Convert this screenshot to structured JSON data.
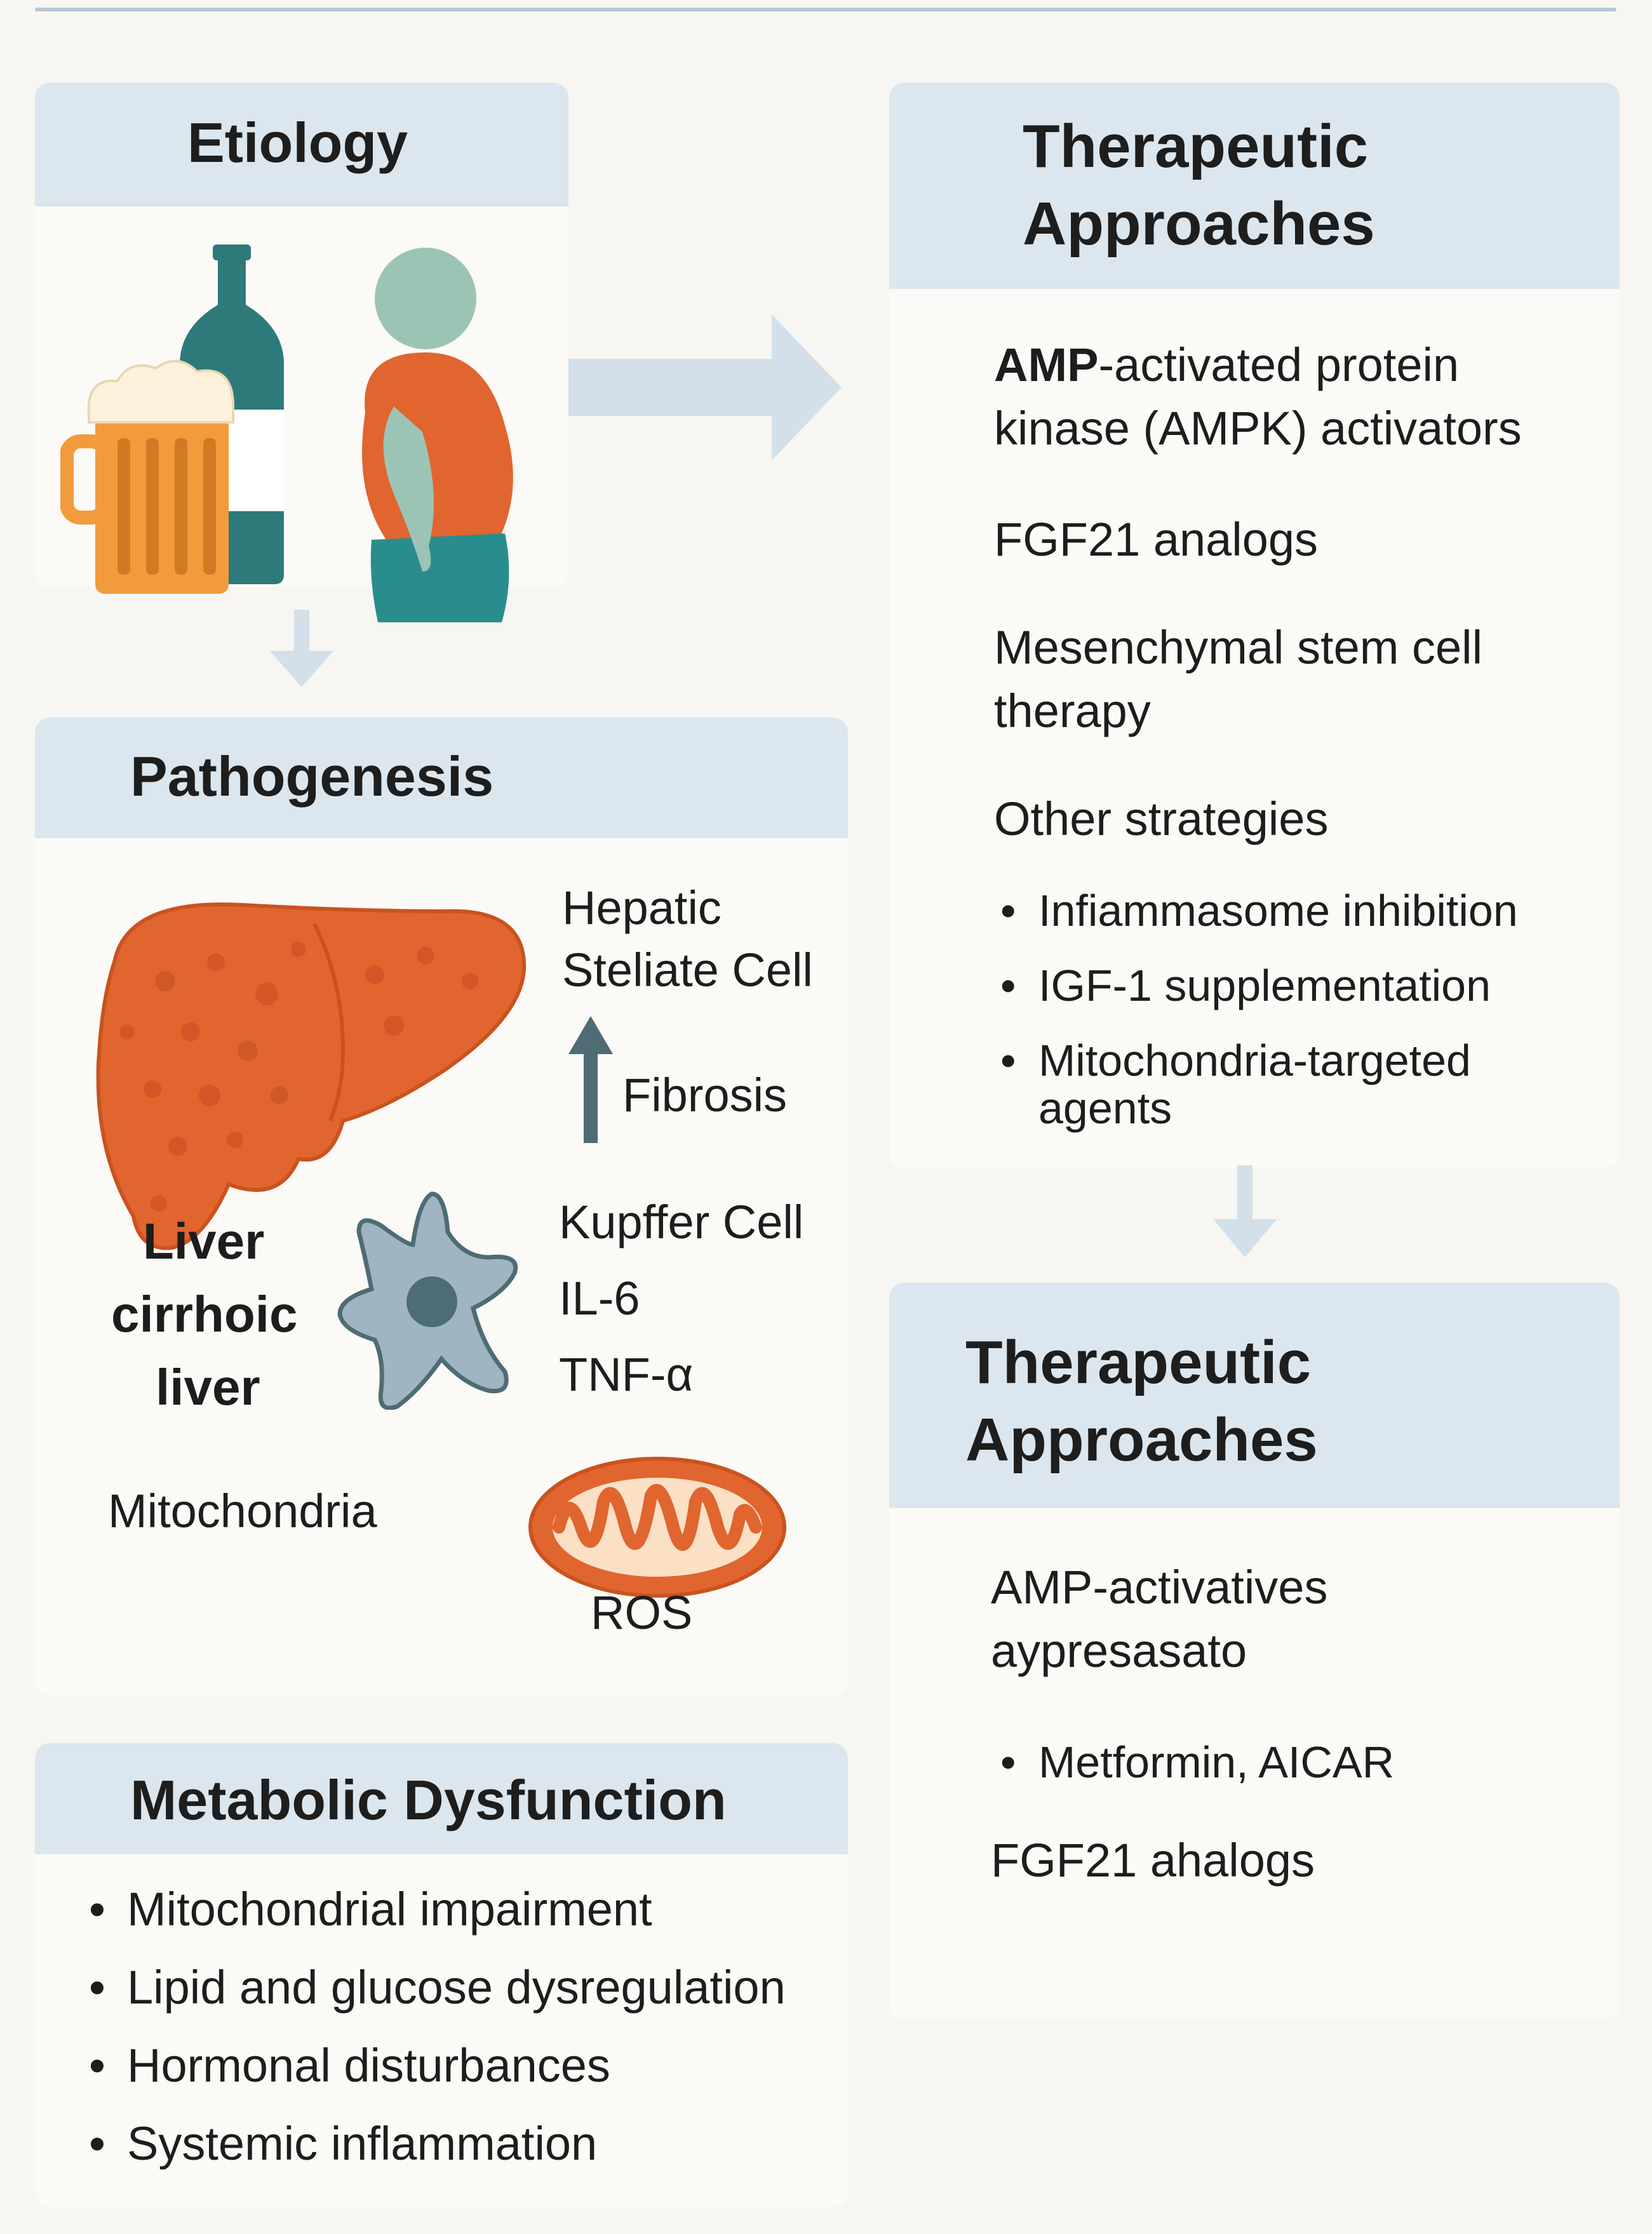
{
  "etiology": {
    "title": "Etiology"
  },
  "pathogenesis": {
    "title": "Pathogenesis",
    "hsc_label_line1": "Hepatic",
    "hsc_label_line2": "Steliate Cell",
    "fibrosis_label": "Fibrosis",
    "liver_label_line1": "Liver",
    "liver_label_line2": "cirrhoic",
    "liver_label_line3": "liver",
    "kupffer_label": "Kupffer Cell",
    "il6_label": "IL-6",
    "tnf_label": "TNF-α",
    "mito_label": "Mitochondria",
    "ros_label": "ROS"
  },
  "metabolic": {
    "title": "Metabolic Dysfunction",
    "items": [
      "Mitochondrial impairment",
      "Lipid and glucose dysregulation",
      "Hormonal disturbances",
      "Systemic inflammation"
    ]
  },
  "therapy1": {
    "title_line1": "Therapeutic",
    "title_line2": "Approaches",
    "ampk_bold": "AMP",
    "ampk_rest": "-activated protein",
    "ampk_line2": "kinase (AMPK) activators",
    "fgf21": "FGF21 analogs",
    "msc_line1": "Mesenchymal stem cell",
    "msc_line2": "therapy",
    "other": "Other strategies",
    "sub_items": [
      "Infiammasome inhibition",
      "IGF-1 supplementation",
      "Mitochondria-targeted"
    ],
    "sub_item3_line2": "agents"
  },
  "therapy2": {
    "title_line1": "Therapeutic",
    "title_line2": "Approaches",
    "amp_line1": "AMP-activatives",
    "amp_line2": "aypresasato",
    "bullet": "Metformin, AICAR",
    "fgf21": "FGF21 ahalogs"
  },
  "colors": {
    "header_bg": "#dbe6ee",
    "arrow": "#d3e0ea",
    "liver": "#e0652f",
    "teal": "#2e7a7a",
    "beer": "#f29b3c",
    "cell": "#9fb6c2",
    "fibrosis_arrow": "#4e6c74"
  }
}
